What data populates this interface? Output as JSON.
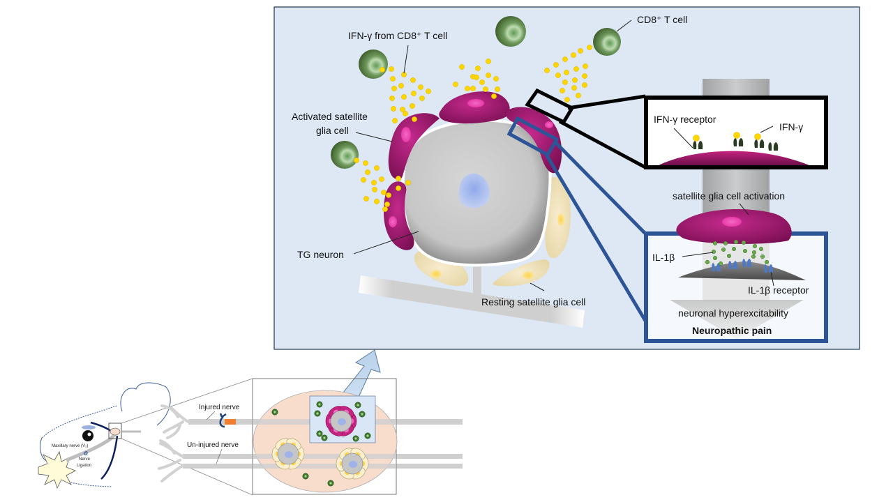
{
  "main_panel": {
    "labels": {
      "ifn_from_cd8": "IFN-γ  from CD8⁺ T cell",
      "cd8_t_cell": "CD8⁺ T cell",
      "activated_sgc_line1": "Activated satellite",
      "activated_sgc_line2": "glia cell",
      "tg_neuron": "TG neuron",
      "resting_sgc": "Resting satellite  glia cell"
    }
  },
  "inset_ifn": {
    "receptor_label": "IFN-γ  receptor",
    "ligand_label": "IFN-γ"
  },
  "inset_il1b": {
    "activation_label": "satellite glia cell activation",
    "ligand_label": "IL-1β",
    "receptor_label": "IL-1β  receptor",
    "hyperexcitability_label": "neuronal  hyperexcitability",
    "outcome_label": "Neuropathic pain"
  },
  "overview": {
    "maxillary_nerve_label": "Maxillary nerve (V₂)",
    "ligation_line1": "Nerve",
    "ligation_line2": "Ligation",
    "injured_nerve_label": "Injured nerve",
    "uninjured_nerve_label": "Un-injured nerve"
  },
  "colors": {
    "panel_bg": "#dde8f4",
    "activated_sgc": "#a0146e",
    "resting_sgc": "#f3e6c3",
    "neuron": "#c8c8c8",
    "t_cell": "#5d8a4a",
    "ifn_gamma": "#ffd700",
    "il1b": "#6aa84f",
    "inset_black_border": "#000000",
    "inset_blue_border": "#2d5496",
    "ganglion_bg": "#f8dccb"
  }
}
